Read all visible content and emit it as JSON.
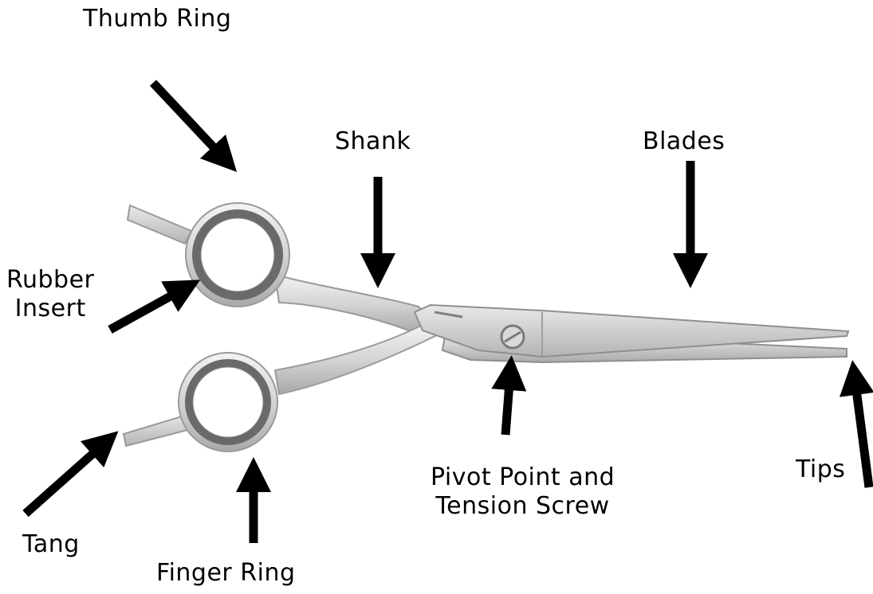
{
  "labels": {
    "thumb_ring": "Thumb Ring",
    "shank": "Shank",
    "blades": "Blades",
    "rubber_insert_line1": "Rubber",
    "rubber_insert_line2": "Insert",
    "pivot_line1": "Pivot Point and",
    "pivot_line2": "Tension Screw",
    "tips": "Tips",
    "tang": "Tang",
    "finger_ring": "Finger Ring"
  },
  "colors": {
    "background": "#ffffff",
    "arrow": "#000000",
    "steel_light": "#e6e6e6",
    "steel_mid": "#bdbdbd",
    "steel_dark": "#8a8a8a",
    "ring_insert": "#5f5f5f"
  }
}
